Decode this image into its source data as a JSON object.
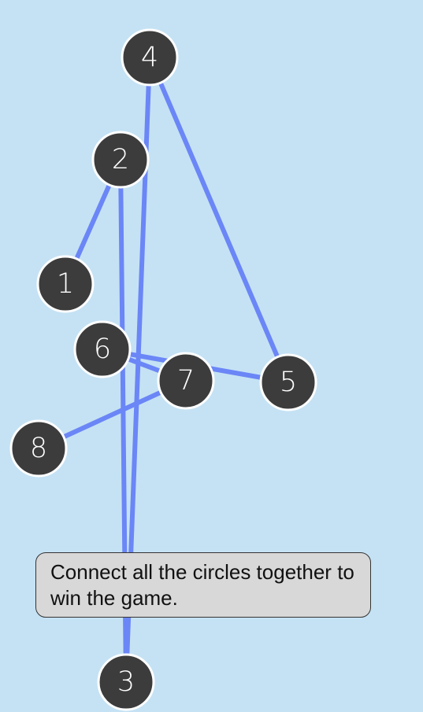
{
  "game": {
    "hint_text": "Connect all the circles together to win the game.",
    "colors": {
      "background": "#c5e2f4",
      "edge": "#6b86f6",
      "node_fill": "#3c3c3c",
      "node_border": "#ffffff",
      "node_label": "#ffffff",
      "hint_background": "#d8d8d8"
    },
    "nodes": [
      {
        "id": "1",
        "label": "1"
      },
      {
        "id": "2",
        "label": "2"
      },
      {
        "id": "3",
        "label": "3"
      },
      {
        "id": "4",
        "label": "4"
      },
      {
        "id": "5",
        "label": "5"
      },
      {
        "id": "6",
        "label": "6"
      },
      {
        "id": "7",
        "label": "7"
      },
      {
        "id": "8",
        "label": "8"
      }
    ],
    "edges": [
      {
        "from": "1",
        "to": "2"
      },
      {
        "from": "2",
        "to": "3"
      },
      {
        "from": "4",
        "to": "3"
      },
      {
        "from": "4",
        "to": "5"
      },
      {
        "from": "6",
        "to": "7"
      },
      {
        "from": "6",
        "to": "5"
      },
      {
        "from": "7",
        "to": "8"
      }
    ]
  }
}
